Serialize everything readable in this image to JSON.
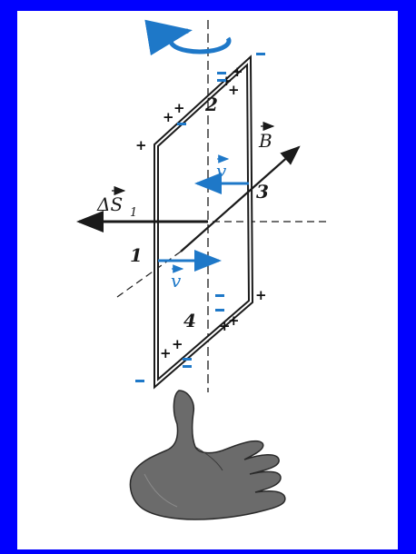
{
  "diagram": {
    "labels": {
      "corner_1": "1",
      "corner_2": "2",
      "corner_3": "3",
      "corner_4": "4",
      "field_b": "B",
      "area_vector": "ΔS",
      "area_subscript": "1",
      "velocity_top": "v",
      "velocity_bottom": "v"
    },
    "colors": {
      "background": "#0000ff",
      "panel": "#ffffff",
      "frame": "#1a1a1a",
      "velocity": "#1e78c8",
      "hand": "#6b6b6b"
    },
    "icons": {
      "rotation": "rotation-arrow-icon",
      "hand": "open-hand-icon"
    }
  }
}
